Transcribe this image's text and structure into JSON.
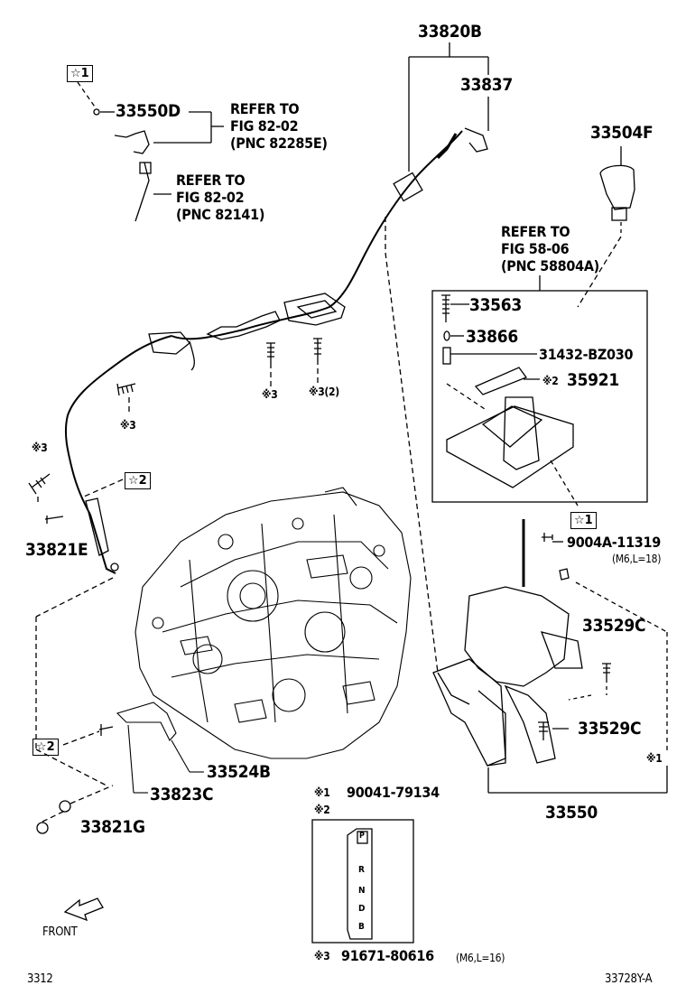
{
  "parts": {
    "p33820B": "33820B",
    "p33837": "33837",
    "p33504F": "33504F",
    "p33550D": "33550D",
    "p33563": "33563",
    "p33866": "33866",
    "p31432": "31432-BZ030",
    "p35921": "35921",
    "p9004A": "9004A-11319",
    "p9004A_spec": "(M6,L=18)",
    "p33529C_a": "33529C",
    "p33529C_b": "33529C",
    "p33550": "33550",
    "p33821E": "33821E",
    "p33524B": "33524B",
    "p33823C": "33823C",
    "p33821G": "33821G"
  },
  "refs": {
    "ref1": [
      "REFER TO",
      "FIG 82-02",
      "(PNC 82285E)"
    ],
    "ref2": [
      "REFER TO",
      "FIG 82-02",
      "(PNC 82141)"
    ],
    "ref3": [
      "REFER TO",
      "FIG 58-06",
      "(PNC 58804A)"
    ]
  },
  "marks": {
    "star1": "☆1",
    "star2": "☆2",
    "ast2": "※2",
    "ast3": "※3",
    "ast3_2": "※3(2)",
    "ast1": "※1"
  },
  "notes": {
    "n1_mark": "※1",
    "n1_part": "90041-79134",
    "n2_mark": "※2",
    "n3_mark": "※3",
    "n3_part": "91671-80616",
    "n3_spec": "(M6,L=16)"
  },
  "plate_letters": [
    "P",
    "R",
    "N",
    "D",
    "B"
  ],
  "front_label": "FRONT",
  "footer": {
    "left": "3312",
    "right": "33728Y-A"
  }
}
